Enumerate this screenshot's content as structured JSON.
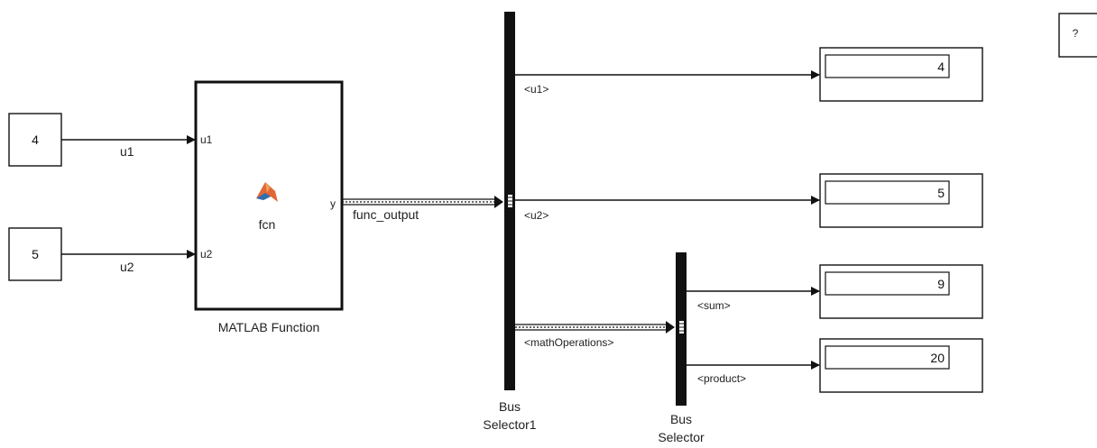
{
  "blocks": {
    "const1": {
      "value": "4"
    },
    "const2": {
      "value": "5"
    },
    "matlab_fn": {
      "name": "MATLAB Function",
      "body": "fcn",
      "in1": "u1",
      "in2": "u2",
      "out": "y"
    },
    "bus_selector1": {
      "name_line1": "Bus",
      "name_line2": "Selector1"
    },
    "bus_selector": {
      "name_line1": "Bus",
      "name_line2": "Selector"
    },
    "display1": {
      "value": "4"
    },
    "display2": {
      "value": "5"
    },
    "display3": {
      "value": "9"
    },
    "display4": {
      "value": "20"
    },
    "help": {
      "label": "?"
    }
  },
  "signals": {
    "u1": "u1",
    "u2": "u2",
    "func_output": "func_output",
    "sel_u1": "<u1>",
    "sel_u2": "<u2>",
    "sel_math": "<mathOperations>",
    "sel_sum": "<sum>",
    "sel_product": "<product>"
  },
  "colors": {
    "line": "#111111",
    "matlab_logo_orange": "#e16737",
    "matlab_logo_blue": "#2f6fb0"
  },
  "icons": {
    "matlab_fn": "matlab-logo-icon"
  }
}
